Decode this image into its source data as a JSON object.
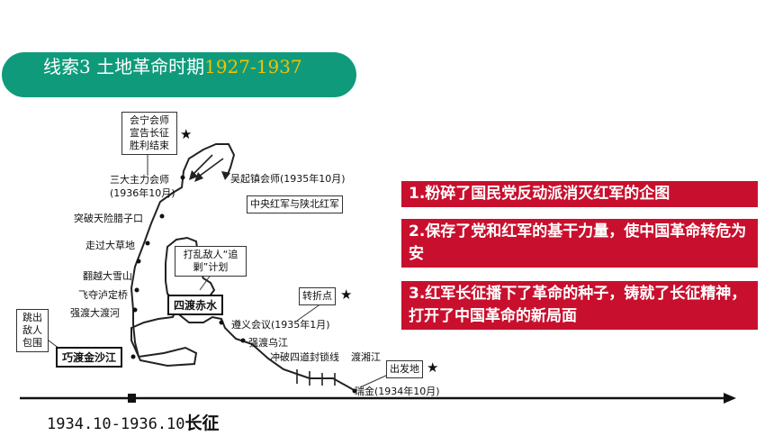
{
  "header": {
    "title_prefix": "线索3  土地革命时期",
    "title_years": "1927-1937",
    "accent_color": "#0f9b7b",
    "years_color": "#f2c200"
  },
  "map": {
    "callouts": {
      "huining": "会宁会师宣告长征胜利结束",
      "central_shaanbei": "中央红军与陕北红军",
      "break_chase": "打乱敌人“追剿”计划",
      "turning_point": "转折点",
      "escape": "跳出敌人包围",
      "start": "出发地"
    },
    "highlighted": {
      "sidu": "四渡赤水",
      "qiaodu": "巧渡金沙江"
    },
    "places": {
      "three_armies": "三大主力会师",
      "three_armies_date": "(1936年10月)",
      "wuqi": "吴起镇会师(1935年10月)",
      "lazikou": "突破天险腊子口",
      "grassland": "走过大草地",
      "snow_mountain": "翻越大雪山",
      "luding": "飞夺泸定桥",
      "dadu": "强渡大渡河",
      "zunyi": "遵义会议(1935年1月)",
      "wujiang": "强渡乌江",
      "four_lines": "冲破四道封锁线",
      "xiangjiang": "渡湘江",
      "ruijin": "瑞金(1934年10月)"
    },
    "star_icon": "★"
  },
  "significance": [
    "1.粉碎了国民党反动派消灭红军的企图",
    "2.保存了党和红军的基干力量，使中国革命转危为安",
    "3.红军长征播下了革命的种子，铸就了长征精神，打开了中国革命的新局面"
  ],
  "significance_color": "#c8102e",
  "timeline": {
    "period": "1934.10-1936.10",
    "event": "长征"
  }
}
